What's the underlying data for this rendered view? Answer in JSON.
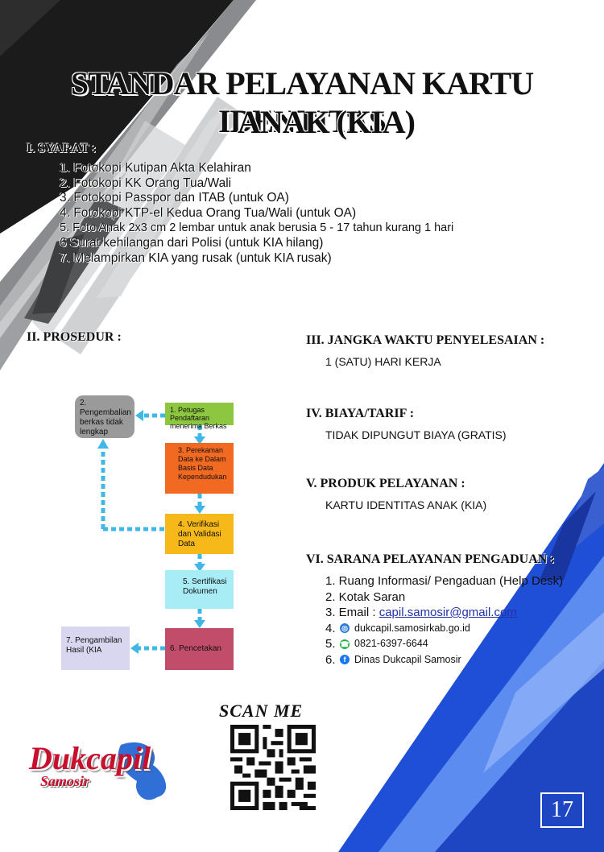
{
  "title": {
    "line1": "STANDAR PELAYANAN KARTU IDENTITAS",
    "line2": "ANAK (KIA)"
  },
  "syarat": {
    "heading": "I. SYARAT :",
    "items": [
      "1. Fotokopi Kutipan Akta Kelahiran",
      "2. Fotokopi KK Orang Tua/Wali",
      "3. Fotokopi Passpor dan ITAB (untuk OA)",
      "4. Fotokopi KTP-el Kedua Orang Tua/Wali (untuk OA)",
      "5. Foto Anak 2x3 cm 2 lembar untuk anak berusia 5 - 17 tahun kurang 1 hari",
      "6  Surat kehilangan dari Polisi (untuk KIA hilang)",
      "7. Melampirkan KIA yang rusak (untuk KIA rusak)"
    ]
  },
  "prosedur": {
    "heading": "II. PROSEDUR :",
    "steps": {
      "s1": "1. Petugas Pendaftaran menerima Berkas",
      "s2": "2. Pengembalian berkas tidak lengkap",
      "s3": "3. Perekaman Data ke Dalam Basis Data Kependudukan",
      "s4": "4. Verifikasi dan Validasi Data",
      "s5": "5. Sertifikasi Dokumen",
      "s6": "6. Pencetakan",
      "s7": "7. Pengambilan Hasil (KIA"
    }
  },
  "jangka_waktu": {
    "heading": "III. JANGKA WAKTU PENYELESAIAN :",
    "value": "1 (SATU) HARI KERJA"
  },
  "biaya": {
    "heading": "IV. BIAYA/TARIF :",
    "value": "TIDAK DIPUNGUT BIAYA (GRATIS)"
  },
  "produk": {
    "heading": "V. PRODUK PELAYANAN :",
    "value": "KARTU IDENTITAS ANAK (KIA)"
  },
  "sarana": {
    "heading": "VI. SARANA PELAYANAN PENGADUAN :",
    "item1": "1. Ruang Informasi/ Pengaduan (Help Desk)",
    "item2": "2. Kotak Saran",
    "item3_label": "3. Email : ",
    "item3_email": "capil.samosir@gmail.com",
    "item4_num": "4.",
    "item4": "dukcapil.samosirkab.go.id",
    "item5_num": "5.",
    "item5": "0821-6397-6644",
    "item6_num": "6.",
    "item6": "Dinas Dukcapil Samosir"
  },
  "qr": {
    "label": "SCAN ME"
  },
  "logo": {
    "name": "Dukcapil",
    "sub": "Samosir"
  },
  "page_number": "17",
  "colors": {
    "dark": "#1b1b1b",
    "gray": "#6d6e71",
    "blue": "#1f4fd6",
    "light_blue": "#5c8cf0",
    "green": "#8dc63f",
    "orange": "#f26a21",
    "yellow": "#f7b919",
    "cyan": "#a8ecf5",
    "maroon": "#c14d6a",
    "arrow": "#3fb8e8"
  }
}
